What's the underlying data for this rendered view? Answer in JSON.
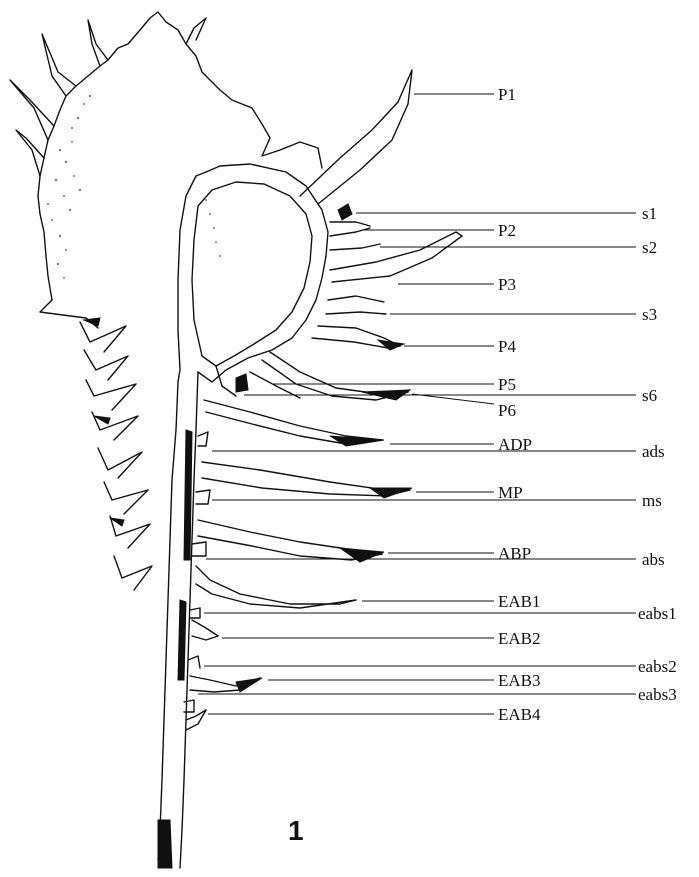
{
  "figure_number": "1",
  "labels_left": [
    {
      "id": "P1",
      "text": "P1"
    },
    {
      "id": "P2",
      "text": "P2"
    },
    {
      "id": "P3",
      "text": "P3"
    },
    {
      "id": "P4",
      "text": "P4"
    },
    {
      "id": "P5",
      "text": "P5"
    },
    {
      "id": "P6",
      "text": "P6"
    },
    {
      "id": "ADP",
      "text": "ADP"
    },
    {
      "id": "MP",
      "text": "MP"
    },
    {
      "id": "ABP",
      "text": "ABP"
    },
    {
      "id": "EAB1",
      "text": "EAB1"
    },
    {
      "id": "EAB2",
      "text": "EAB2"
    },
    {
      "id": "EAB3",
      "text": "EAB3"
    },
    {
      "id": "EAB4",
      "text": "EAB4"
    }
  ],
  "labels_right": [
    {
      "id": "s1",
      "text": "s1"
    },
    {
      "id": "s2",
      "text": "s2"
    },
    {
      "id": "s3",
      "text": "s3"
    },
    {
      "id": "s6",
      "text": "s6"
    },
    {
      "id": "ads",
      "text": "ads"
    },
    {
      "id": "ms",
      "text": "ms"
    },
    {
      "id": "abs",
      "text": "abs"
    },
    {
      "id": "eabs1",
      "text": "eabs1"
    },
    {
      "id": "eabs2",
      "text": "eabs2"
    },
    {
      "id": "eabs3",
      "text": "eabs3"
    }
  ]
}
